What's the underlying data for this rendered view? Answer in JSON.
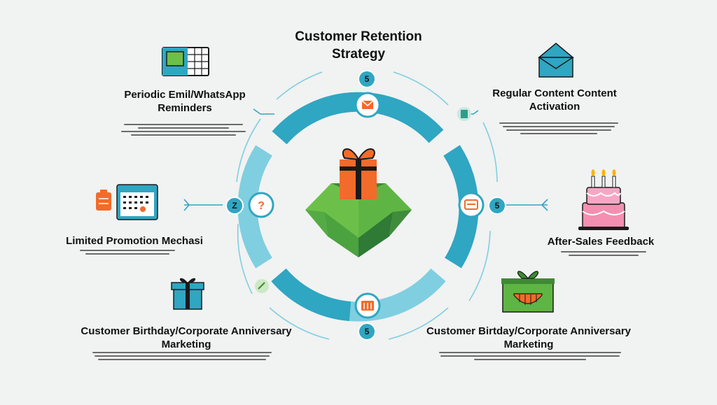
{
  "title_line1": "Customer Retention",
  "title_line2": "Strategy",
  "badges": {
    "top": "5",
    "left": "Z",
    "right": "5",
    "bottom": "5"
  },
  "labels": {
    "periodic_line1": "Periodic Emil/WhatsApp",
    "periodic_line2": "Reminders",
    "regular_line1": "Regular Content Content",
    "regular_line2": "Activation",
    "limited": "Limited Promotion Mechasi",
    "after_sales": "After-Sales Feedback",
    "birthday_left_line1": "Customer Birthday/Corporate Anniversary",
    "birthday_left_line2": "Marketing",
    "birthday_right_line1": "Customer Birtday/Corporate Anniversary",
    "birthday_right_line2": "Marketing"
  },
  "colors": {
    "teal": "#2fa6c2",
    "light_teal": "#7fcfe0",
    "orange": "#f26b2a",
    "green": "#5fb543",
    "dark_green": "#2f7a35",
    "pink": "#f48fb1"
  },
  "icons": [
    "calendar-icon",
    "envelope-icon",
    "clipboard-icon",
    "cake-icon",
    "gift-icon",
    "gift-box-icon",
    "center-gift-box-icon"
  ]
}
